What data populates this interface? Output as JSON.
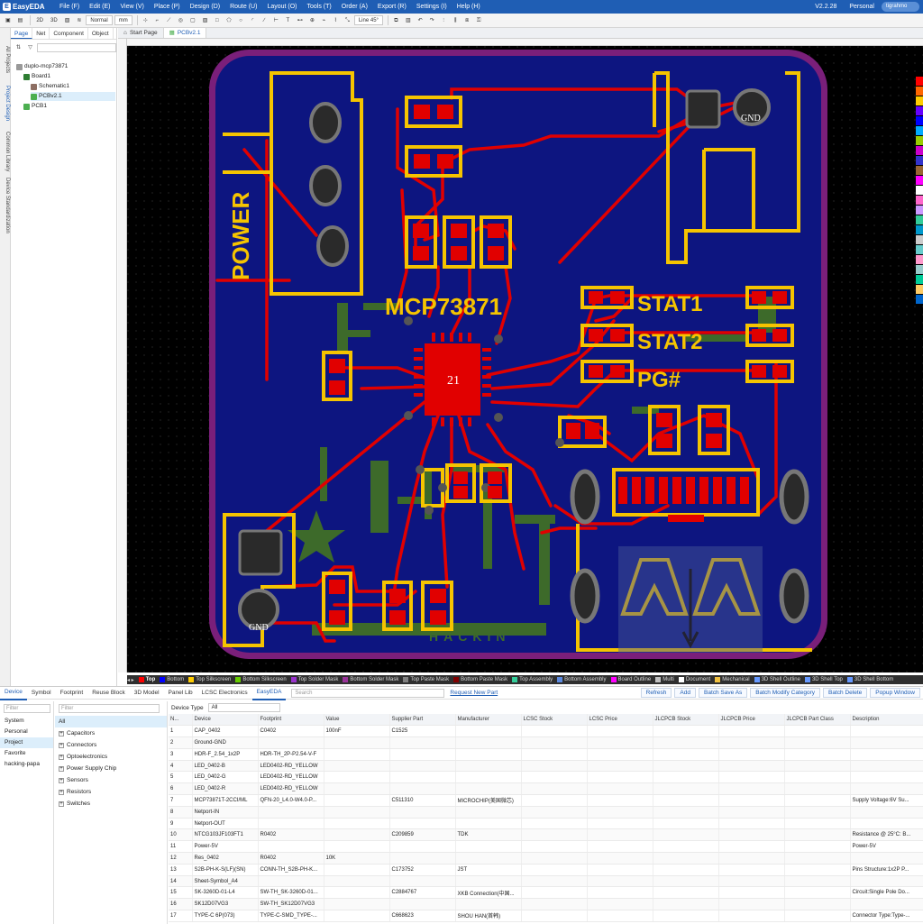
{
  "app": {
    "name": "EasyEDA",
    "menu": [
      "File (F)",
      "Edit (E)",
      "View (V)",
      "Place (P)",
      "Design (D)",
      "Route (U)",
      "Layout (O)",
      "Tools (T)",
      "Order (A)",
      "Export (R)",
      "Settings (I)",
      "Help (H)"
    ],
    "version": "V2.2.28",
    "plan": "Personal",
    "user": "tigrahmo"
  },
  "toolbar": {
    "items": [
      "2D",
      "3D"
    ],
    "view_mode": "Normal",
    "unit": "mm",
    "line_angle": "Line 45°"
  },
  "side_tabs": [
    "All Projects",
    "Project Design",
    "Common Library",
    "Device Standardization"
  ],
  "left_panel": {
    "tabs": [
      "Page",
      "Net",
      "Component",
      "Object"
    ],
    "search_placeholder": "",
    "tree": [
      {
        "label": "duplo-mcp73871"
      },
      {
        "label": "Board1"
      },
      {
        "label": "Schematic1"
      },
      {
        "label": "PCBv2.1"
      },
      {
        "label": "PCB1"
      }
    ]
  },
  "canvas_tabs": [
    "Start Page",
    "PCBv2.1"
  ],
  "pcb": {
    "labels": {
      "power": "POWER",
      "chip": "MCP73871",
      "stat1": "STAT1",
      "stat2": "STAT2",
      "pg": "PG#",
      "chip_pad": "21",
      "gnd": "GND",
      "hackin": "HACKIN"
    }
  },
  "layers": [
    "Top",
    "Bottom",
    "Top Silkscreen",
    "Bottom Silkscreen",
    "Top Solder Mask",
    "Bottom Solder Mask",
    "Top Paste Mask",
    "Bottom Paste Mask",
    "Top Assembly",
    "Bottom Assembly",
    "Board Outline",
    "Multi",
    "Document",
    "Mechanical",
    "3D Shell Outline",
    "3D Shell Top",
    "3D Shell Bottom"
  ],
  "layer_colors": [
    "#ff0000",
    "#0000ff",
    "#ffcc00",
    "#66cc00",
    "#9933cc",
    "#993399",
    "#808080",
    "#800000",
    "#33cc99",
    "#5c8ae0",
    "#ff00ff",
    "#c0c0c0",
    "#ffffff",
    "#f0c040",
    "#6699ff",
    "#6699ff",
    "#6699ff"
  ],
  "swatches": [
    "#ff0000",
    "#ff6600",
    "#ffcc00",
    "#6600ff",
    "#0000ff",
    "#00aaff",
    "#99cc00",
    "#cc00cc",
    "#3333cc",
    "#996633",
    "#ff00ff",
    "#ffffff",
    "#ff66cc",
    "#cc99ff",
    "#33cc99",
    "#0099cc",
    "#cccccc",
    "#66cccc",
    "#ff99cc",
    "#99cccc",
    "#00cc99",
    "#ffcc66",
    "#0066cc"
  ],
  "bottom": {
    "tabs": [
      "Device",
      "Symbol",
      "Footprint",
      "Reuse Block",
      "3D Model",
      "Panel Lib",
      "LCSC Electronics",
      "EasyEDA"
    ],
    "search_placeholder": "Search",
    "request_link": "Request New Part",
    "actions": [
      "Refresh",
      "Add",
      "Batch Save As",
      "Batch Modify Category",
      "Batch Delete",
      "Popup Window"
    ],
    "filter_placeholder": "Filter",
    "libraries": [
      "System",
      "Personal",
      "Project",
      "Favorite",
      "hacking-papa"
    ],
    "categories": [
      "All",
      "Capacitors",
      "Connectors",
      "Optoelectronics",
      "Power Supply Chip",
      "Sensors",
      "Resistors",
      "Switches"
    ],
    "device_type_label": "Device Type",
    "device_type_value": "All",
    "columns": [
      "N...",
      "Device",
      "Footprint",
      "Value",
      "Supplier Part",
      "Manufacturer",
      "LCSC Stock",
      "LCSC Price",
      "JLCPCB Stock",
      "JLCPCB Price",
      "JLCPCB Part Class",
      "Description"
    ],
    "rows": [
      [
        "1",
        "CAP_0402",
        "C0402",
        "100nF",
        "C1525",
        "",
        "",
        "",
        "",
        "",
        "",
        ""
      ],
      [
        "2",
        "Ground-GND",
        "",
        "",
        "",
        "",
        "",
        "",
        "",
        "",
        "",
        ""
      ],
      [
        "3",
        "HDR-F_2.54_1x2P",
        "HDR-TH_2P-P2.54-V-F",
        "",
        "",
        "",
        "",
        "",
        "",
        "",
        "",
        ""
      ],
      [
        "4",
        "LED_0402-B",
        "LED0402-RD_YELLOW",
        "",
        "",
        "",
        "",
        "",
        "",
        "",
        "",
        ""
      ],
      [
        "5",
        "LED_0402-G",
        "LED0402-RD_YELLOW",
        "",
        "",
        "",
        "",
        "",
        "",
        "",
        "",
        ""
      ],
      [
        "6",
        "LED_0402-R",
        "LED0402-RD_YELLOW",
        "",
        "",
        "",
        "",
        "",
        "",
        "",
        "",
        ""
      ],
      [
        "7",
        "MCP73871T-2CCI/ML",
        "QFN-20_L4.0-W4.0-P...",
        "",
        "C511310",
        "MICROCHIP(美国微芯)",
        "",
        "",
        "",
        "",
        "",
        "Supply Voltage:6V Su..."
      ],
      [
        "8",
        "Netport-IN",
        "",
        "",
        "",
        "",
        "",
        "",
        "",
        "",
        "",
        ""
      ],
      [
        "9",
        "Netport-OUT",
        "",
        "",
        "",
        "",
        "",
        "",
        "",
        "",
        "",
        ""
      ],
      [
        "10",
        "NTCG103JF103FT1",
        "R0402",
        "",
        "C209859",
        "TDK",
        "",
        "",
        "",
        "",
        "",
        "Resistance @ 25°C: B..."
      ],
      [
        "11",
        "Power-5V",
        "",
        "",
        "",
        "",
        "",
        "",
        "",
        "",
        "",
        "Power-5V"
      ],
      [
        "12",
        "Res_0402",
        "R0402",
        "10K",
        "",
        "",
        "",
        "",
        "",
        "",
        "",
        ""
      ],
      [
        "13",
        "S2B-PH-K-S(LF)(SN)",
        "CONN-TH_S2B-PH-K...",
        "",
        "C173752",
        "JST",
        "",
        "",
        "",
        "",
        "",
        "Pins Structure:1x2P P..."
      ],
      [
        "14",
        "Sheet-Symbol_A4",
        "",
        "",
        "",
        "",
        "",
        "",
        "",
        "",
        "",
        ""
      ],
      [
        "15",
        "SK-3260D-01-L4",
        "SW-TH_SK-3260D-01...",
        "",
        "C2884767",
        "XKB Connection(中国...",
        "",
        "",
        "",
        "",
        "",
        "Circuit:Single Pole Do..."
      ],
      [
        "16",
        "SK12D07VG3",
        "SW-TH_SK12D07VG3",
        "",
        "",
        "",
        "",
        "",
        "",
        "",
        "",
        ""
      ],
      [
        "17",
        "TYPE-C 6P(073)",
        "TYPE-C-SMD_TYPE-...",
        "",
        "C668623",
        "SHOU HAN(首韩)",
        "",
        "",
        "",
        "",
        "",
        "Connector Type:Type-..."
      ]
    ]
  }
}
